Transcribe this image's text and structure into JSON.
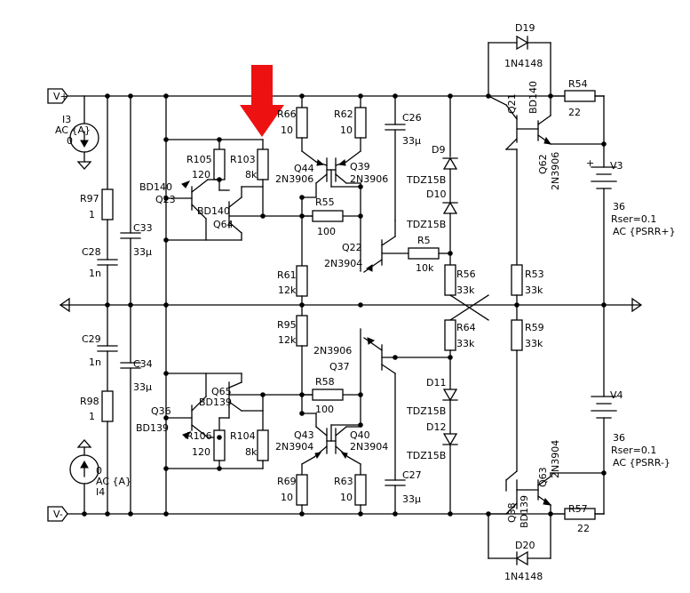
{
  "ports": {
    "vplus": "V+",
    "vminus": "V-"
  },
  "sources": {
    "i3": {
      "name": "I3",
      "spec": "AC {A}",
      "value": "0"
    },
    "i4": {
      "name": "I4",
      "spec": "AC {A}",
      "value": "0"
    }
  },
  "resistors": {
    "R97": {
      "name": "R97",
      "value": "1"
    },
    "R98": {
      "name": "R98",
      "value": "1"
    },
    "R105": {
      "name": "R105",
      "value": "120"
    },
    "R103": {
      "name": "R103",
      "value": "8k"
    },
    "R106": {
      "name": "R106",
      "value": "120"
    },
    "R104": {
      "name": "R104",
      "value": "8k"
    },
    "R66": {
      "name": "R66",
      "value": "10"
    },
    "R62": {
      "name": "R62",
      "value": "10"
    },
    "R55": {
      "name": "R55",
      "value": "100"
    },
    "R58": {
      "name": "R58",
      "value": "100"
    },
    "R61": {
      "name": "R61",
      "value": "12k"
    },
    "R95": {
      "name": "R95",
      "value": "12k"
    },
    "R69": {
      "name": "R69",
      "value": "10"
    },
    "R63": {
      "name": "R63",
      "value": "10"
    },
    "R5": {
      "name": "R5",
      "value": "10k"
    },
    "R56": {
      "name": "R56",
      "value": "33k"
    },
    "R64": {
      "name": "R64",
      "value": "33k"
    },
    "R53": {
      "name": "R53",
      "value": "33k"
    },
    "R59": {
      "name": "R59",
      "value": "33k"
    },
    "R54": {
      "name": "R54",
      "value": "22"
    },
    "R57": {
      "name": "R57",
      "value": "22"
    }
  },
  "capacitors": {
    "C28": {
      "name": "C28",
      "value": "1n"
    },
    "C29": {
      "name": "C29",
      "value": "1n"
    },
    "C33": {
      "name": "C33",
      "value": "33μ"
    },
    "C34": {
      "name": "C34",
      "value": "33μ"
    },
    "C26": {
      "name": "C26",
      "value": "33μ"
    },
    "C27": {
      "name": "C27",
      "value": "33μ"
    }
  },
  "transistors": {
    "Q23": {
      "name": "Q23",
      "type": "BD140"
    },
    "Q64": {
      "name": "Q64",
      "type": "BD140"
    },
    "Q36": {
      "name": "Q36",
      "type": "BD139"
    },
    "Q65": {
      "name": "Q65",
      "type": "BD139"
    },
    "Q44": {
      "name": "Q44",
      "type": "2N3906"
    },
    "Q39": {
      "name": "Q39",
      "type": "2N3906"
    },
    "Q22": {
      "name": "Q22",
      "type": "2N3904"
    },
    "Q37": {
      "name": "Q37",
      "type": "2N3906"
    },
    "Q43": {
      "name": "Q43",
      "type": "2N3904"
    },
    "Q40": {
      "name": "Q40",
      "type": "2N3904"
    },
    "Q21": {
      "name": "Q21",
      "type": "BD140"
    },
    "Q62": {
      "name": "Q62",
      "type": "2N3906"
    },
    "Q63": {
      "name": "Q63",
      "type": "2N3904"
    },
    "Q38": {
      "name": "Q38",
      "type": "BD139"
    }
  },
  "diodes": {
    "D9": {
      "name": "D9",
      "type": "TDZ15B"
    },
    "D10": {
      "name": "D10",
      "type": "TDZ15B"
    },
    "D11": {
      "name": "D11",
      "type": "TDZ15B"
    },
    "D12": {
      "name": "D12",
      "type": "TDZ15B"
    },
    "D19": {
      "name": "D19",
      "type": "1N4148"
    },
    "D20": {
      "name": "D20",
      "type": "1N4148"
    }
  },
  "supplies": {
    "V3": {
      "name": "V3",
      "voltage": "36",
      "rser": "Rser=0.1",
      "ac": "AC {PSRR+}"
    },
    "V4": {
      "name": "V4",
      "voltage": "36",
      "rser": "Rser=0.1",
      "ac": "AC {PSRR-}"
    }
  },
  "highlight": {
    "color": "#ee1111",
    "target": "R103"
  }
}
